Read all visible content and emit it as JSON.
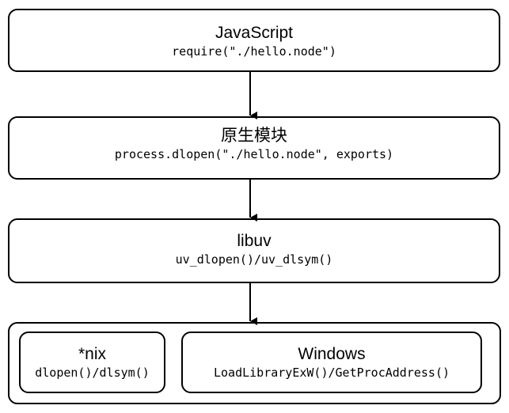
{
  "layers": {
    "javascript": {
      "title": "JavaScript",
      "code": "require(\"./hello.node\")"
    },
    "native_module": {
      "title": "原生模块",
      "code": "process.dlopen(\"./hello.node\", exports)"
    },
    "libuv": {
      "title": "libuv",
      "code": "uv_dlopen()/uv_dlsym()"
    },
    "platforms": {
      "nix": {
        "title": "*nix",
        "code": "dlopen()/dlsym()"
      },
      "windows": {
        "title": "Windows",
        "code": "LoadLibraryExW()/GetProcAddress()"
      }
    }
  }
}
